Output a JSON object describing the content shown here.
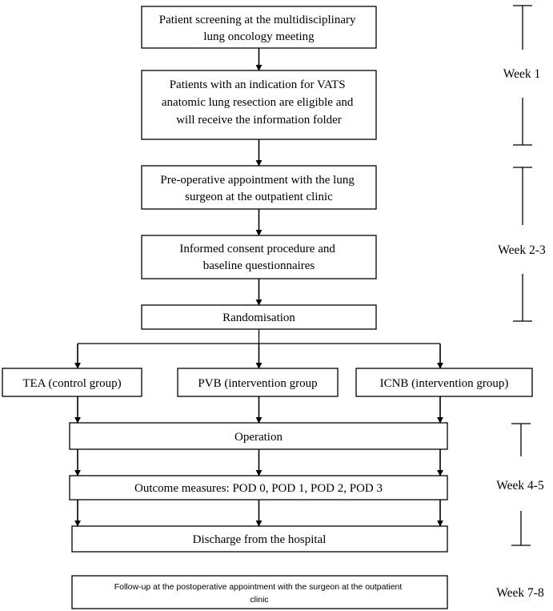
{
  "boxes": {
    "screening": [
      "Patient screening at the multidisciplinary",
      "lung oncology meeting"
    ],
    "eligible": [
      "Patients with an indication for VATS",
      "anatomic lung resection are eligible and",
      "will receive the information folder"
    ],
    "preop": [
      "Pre-operative appointment with the lung",
      "surgeon at the outpatient clinic"
    ],
    "consent": [
      "Informed consent procedure and",
      "baseline questionnaires"
    ],
    "randomisation": [
      "Randomisation"
    ],
    "tea": [
      "TEA (control group)"
    ],
    "pvb": [
      "PVB (intervention group"
    ],
    "icnb": [
      "ICNB (intervention group)"
    ],
    "operation": [
      "Operation"
    ],
    "outcome": [
      "Outcome measures: POD 0, POD 1, POD 2, POD 3"
    ],
    "discharge": [
      "Discharge from the hospital"
    ],
    "followup": [
      "Follow-up at the postoperative appointment with the surgeon at the outpatient",
      "clinic"
    ]
  },
  "weeks": {
    "week1": "Week 1",
    "week23": "Week 2-3",
    "week45": "Week 4-5",
    "week78": "Week 7-8"
  }
}
